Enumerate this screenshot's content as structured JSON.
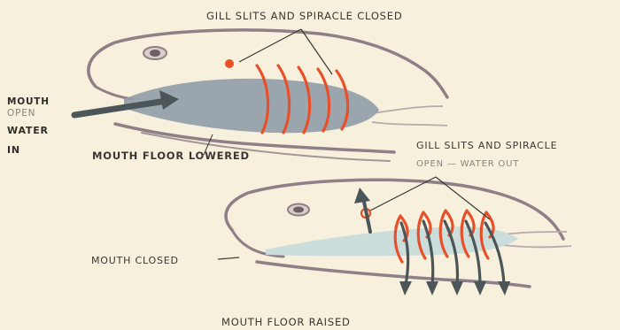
{
  "top_diagram": {
    "caption_gill": "GILL SLITS AND SPIRACLE CLOSED",
    "mouth_line1": "MOUTH",
    "mouth_line2": "OPEN",
    "water_line1": "WATER",
    "water_line2": "IN",
    "floor_label": "MOUTH FLOOR LOWERED"
  },
  "bottom_diagram": {
    "caption_gill_line1": "GILL SLITS AND SPIRACLE",
    "caption_gill_line2": "OPEN —  WATER OUT",
    "mouth_label": "MOUTH CLOSED",
    "floor_label": "MOUTH FLOOR RAISED"
  },
  "colors": {
    "background": "#f6f0dc",
    "outline": "#8f7f86",
    "water_body_top": "#8e9ca7",
    "water_body_bottom": "#c9dcdb",
    "gill": "#e8502a",
    "arrow": "#4c5658"
  }
}
